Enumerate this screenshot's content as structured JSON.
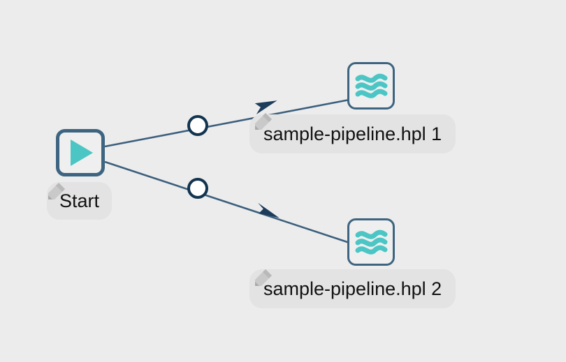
{
  "canvas": {
    "background_color": "#ececec",
    "accent_teal": "#4cc5c5",
    "node_border_color": "#3d6480",
    "hop_line_color": "#3b5f7d",
    "arrow_color": "#1d3c5c",
    "label_pill_color": "#e3e3e3",
    "label_text_color": "#111111"
  },
  "nodes": [
    {
      "id": "start",
      "label": "Start",
      "icon": "play-triangle-icon",
      "edit_icon": "pencil-icon"
    },
    {
      "id": "pipeline-1",
      "label": "sample-pipeline.hpl 1",
      "icon": "pipeline-waves-icon",
      "edit_icon": "pencil-icon"
    },
    {
      "id": "pipeline-2",
      "label": "sample-pipeline.hpl 2",
      "icon": "pipeline-waves-icon",
      "edit_icon": "pencil-icon"
    }
  ],
  "hops": [
    {
      "id": "hop-start-to-pipeline-1",
      "from": "start",
      "to": "pipeline-1",
      "midpoint_marker": "circle-handle",
      "arrow": "arrowhead"
    },
    {
      "id": "hop-start-to-pipeline-2",
      "from": "start",
      "to": "pipeline-2",
      "midpoint_marker": "circle-handle",
      "arrow": "arrowhead"
    }
  ]
}
